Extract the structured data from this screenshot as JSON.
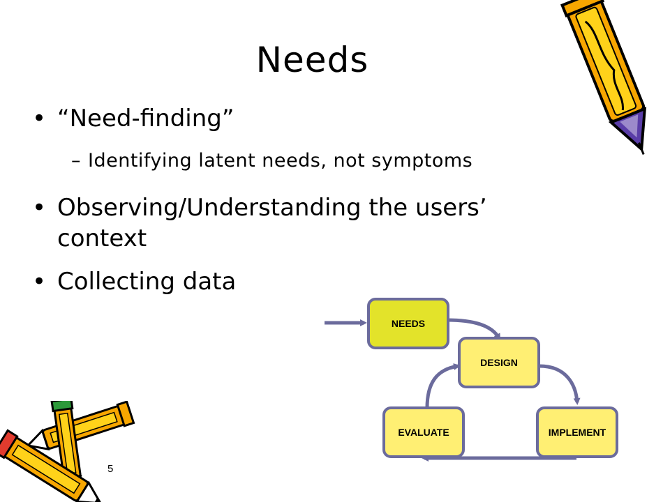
{
  "slide": {
    "title": "Needs",
    "bullets": [
      {
        "text": "“Need-finding”",
        "sub": [
          "Identifying latent needs, not symptoms"
        ]
      },
      {
        "text": "Observing/Understanding the users’ context",
        "sub": []
      },
      {
        "text": "Collecting data",
        "sub": []
      }
    ],
    "slide_number": "5",
    "bullet_char": "•",
    "dash_char": "–"
  },
  "diagram": {
    "stages": [
      "NEEDS",
      "DESIGN",
      "IMPLEMENT",
      "EVALUATE"
    ],
    "colors": {
      "needs_fill": "#e3e32a",
      "stage_fill": "#ffef73",
      "border": "#6b6b9c",
      "arrow": "#6b6b9c"
    }
  },
  "clipart": {
    "pencil_icon_top_right": "pencil-icon",
    "pencils_icon_bottom_left": "pencils-icon",
    "colors": {
      "orange": "#f7a600",
      "yellow": "#ffd21a",
      "purple": "#5a3da8",
      "green": "#2d9a3a",
      "red": "#e23b2e"
    }
  }
}
